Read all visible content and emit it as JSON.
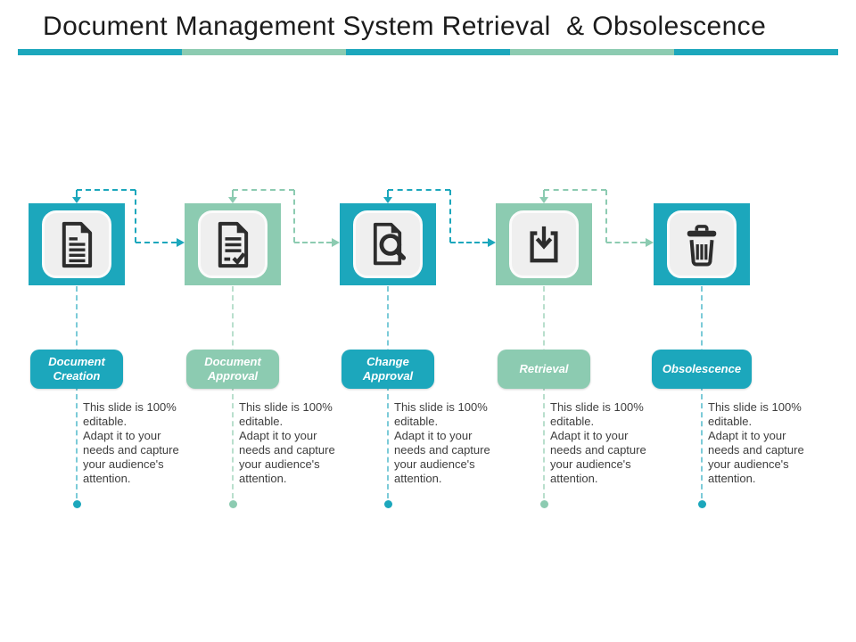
{
  "title": "Document Management System Retrieval  & Obsolescence",
  "colors": {
    "teal": "#1CA7BC",
    "seafoam": "#8CCBB1",
    "icon_ink": "#2D2D2D",
    "panel_gray": "#EFEFEF",
    "text_gray": "#3E3E3E"
  },
  "title_underline_segments": [
    "teal",
    "seafoam",
    "teal",
    "seafoam",
    "teal"
  ],
  "steps": [
    {
      "label": "Document Creation",
      "icon": "document-icon",
      "color": "teal",
      "description": "This slide is 100%\neditable.\nAdapt it to your\nneeds and capture\nyour audience's\nattention."
    },
    {
      "label": "Document Approval",
      "icon": "approved-document-icon",
      "color": "seafoam",
      "description": "This slide is 100%\neditable.\nAdapt it to your\nneeds and capture\nyour audience's\nattention."
    },
    {
      "label": "Change Approval",
      "icon": "document-search-icon",
      "color": "teal",
      "description": "This slide is 100%\neditable.\nAdapt it to your\nneeds and capture\nyour audience's\nattention."
    },
    {
      "label": "Retrieval",
      "icon": "download-tray-icon",
      "color": "seafoam",
      "description": "This slide is 100%\neditable.\nAdapt it to your\nneeds and capture\nyour audience's\nattention."
    },
    {
      "label": "Obsolescence",
      "icon": "trash-icon",
      "color": "teal",
      "description": "This slide is 100%\neditable.\nAdapt it to your\nneeds and capture\nyour audience's\nattention."
    }
  ],
  "connector_colors": [
    "teal",
    "seafoam",
    "teal",
    "seafoam"
  ]
}
